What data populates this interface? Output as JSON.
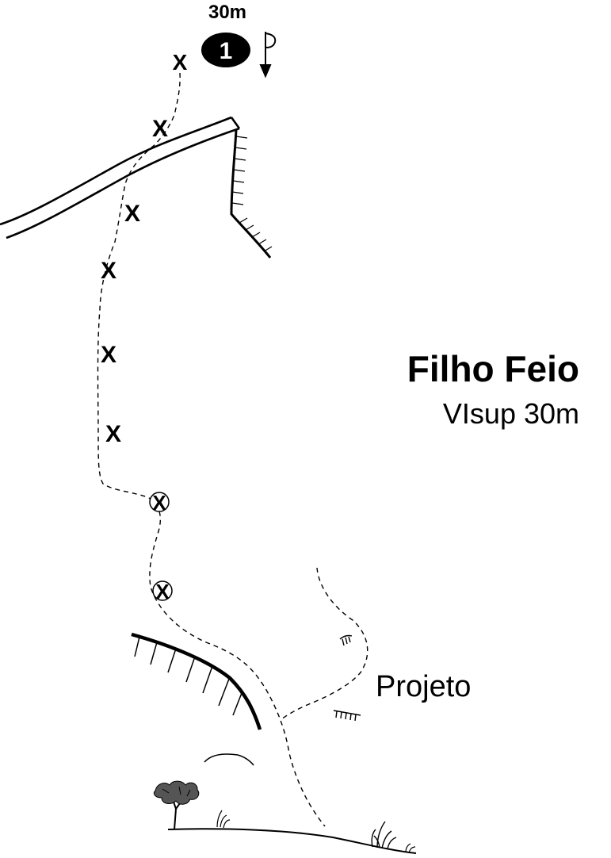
{
  "route": {
    "name": "Filho Feio",
    "grade_length": "VIsup 30m"
  },
  "pitch": {
    "length_label": "30m",
    "number": "1"
  },
  "variant_label": "Projeto",
  "bolt_mark": "X",
  "colors": {
    "ink": "#000000",
    "paper": "#ffffff"
  },
  "symbols": {
    "rappel": "rappel-arrow-icon",
    "anchor": "anchor-circle-icon",
    "bolt": "bolt-x-icon",
    "tree": "tree-icon",
    "grass": "grass-icon"
  }
}
